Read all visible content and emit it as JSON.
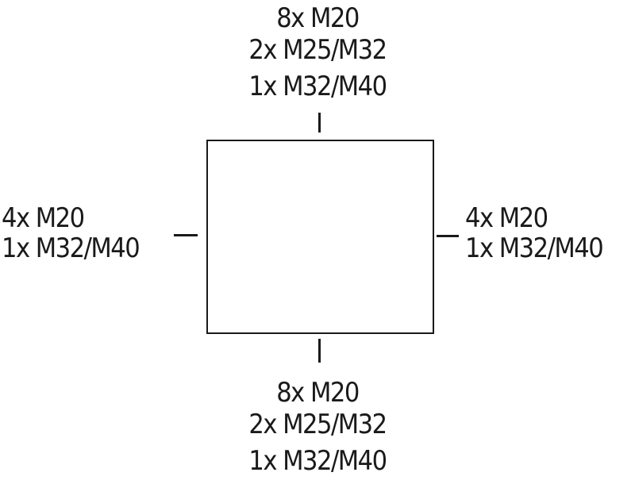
{
  "diagram": {
    "title": "",
    "box": {
      "shape": "rectangle",
      "label": ""
    },
    "sides": {
      "top": {
        "entries": [
          "8x M20",
          "2x M25/M32",
          "1x M32/M40"
        ]
      },
      "left": {
        "entries": [
          "4x M20",
          "1x M32/M40"
        ]
      },
      "right": {
        "entries": [
          "4x M20",
          "1x M32/M40"
        ]
      },
      "bottom": {
        "entries": [
          "8x M20",
          "2x M25/M32",
          "1x M32/M40"
        ]
      }
    }
  }
}
